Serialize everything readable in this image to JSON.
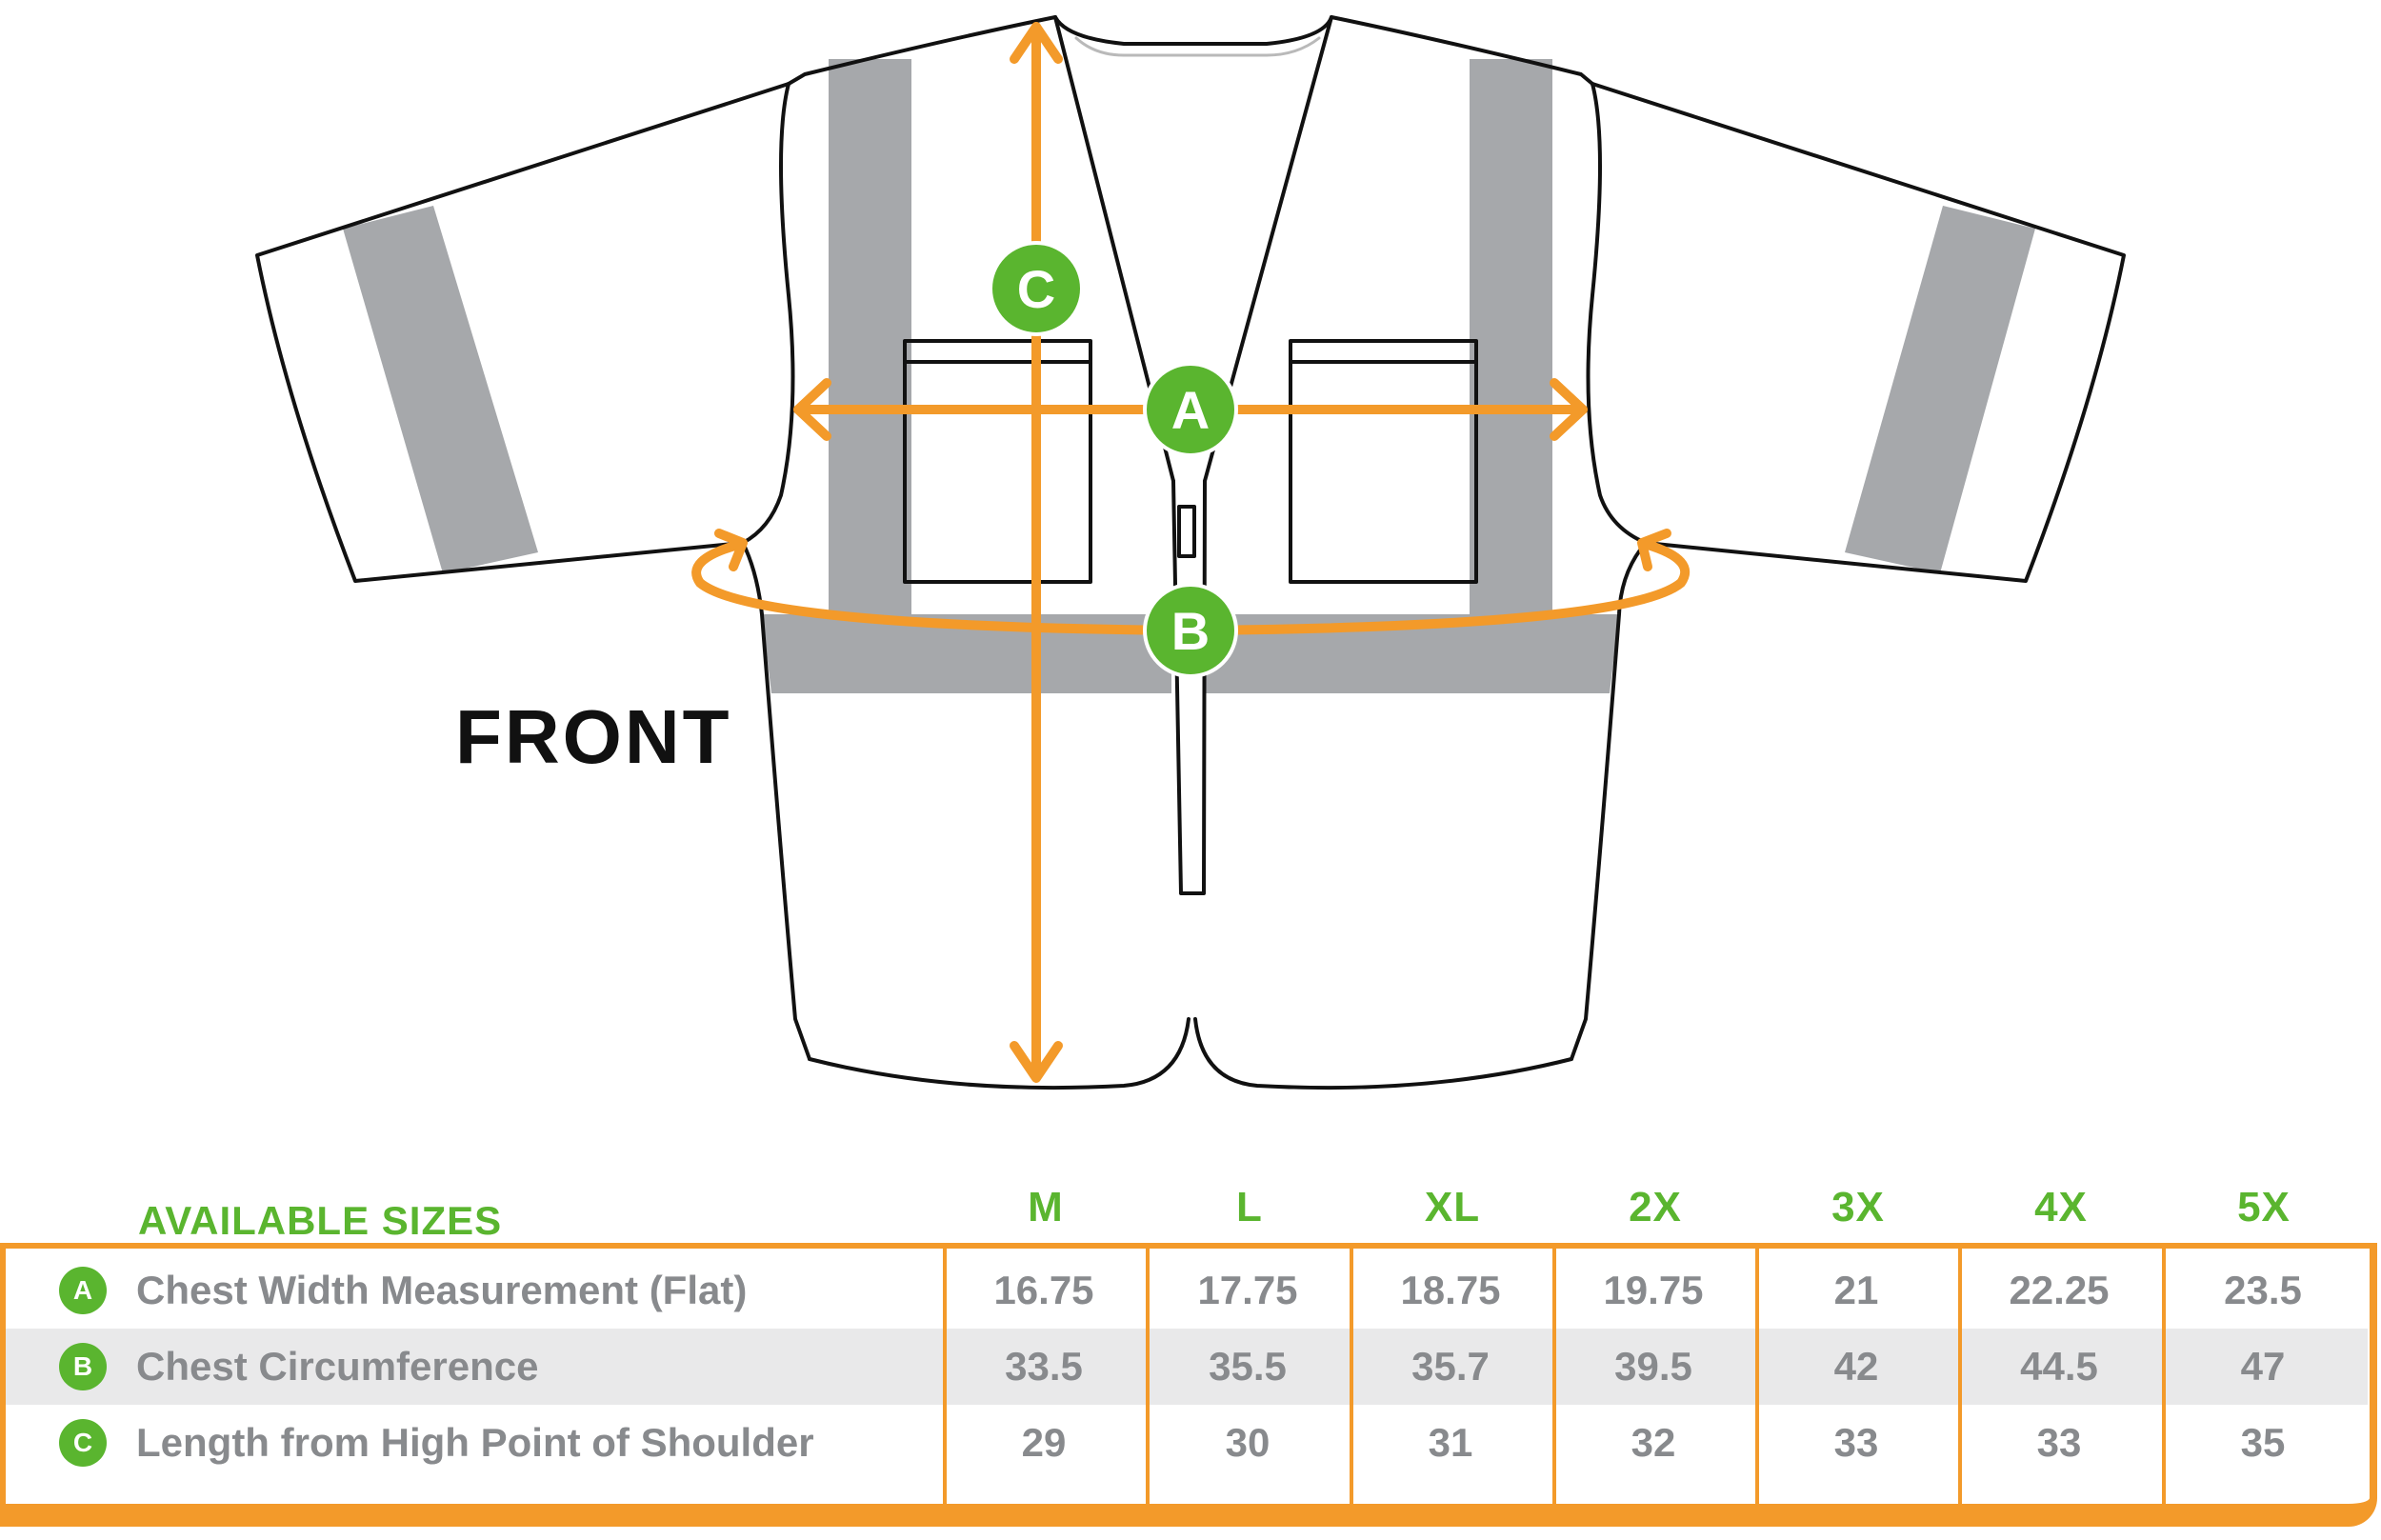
{
  "diagram": {
    "view_label": "FRONT",
    "callouts": [
      {
        "letter": "A"
      },
      {
        "letter": "B"
      },
      {
        "letter": "C"
      }
    ],
    "colors": {
      "measure_arrow": "#f39a2a",
      "callout_badge": "#5ab52f",
      "reflective_stripe": "#a6a8ab",
      "outline": "#111111"
    }
  },
  "size_table": {
    "header": "AVAILABLE SIZES",
    "sizes": [
      "M",
      "L",
      "XL",
      "2X",
      "3X",
      "4X",
      "5X"
    ],
    "rows": [
      {
        "badge": "A",
        "label": "Chest Width Measurement (Flat)",
        "values": [
          "16.75",
          "17.75",
          "18.75",
          "19.75",
          "21",
          "22.25",
          "23.5"
        ]
      },
      {
        "badge": "B",
        "label": "Chest Circumference",
        "values": [
          "33.5",
          "35.5",
          "35.7",
          "39.5",
          "42",
          "44.5",
          "47"
        ]
      },
      {
        "badge": "C",
        "label": "Length from High Point of Shoulder",
        "values": [
          "29",
          "30",
          "31",
          "32",
          "33",
          "33",
          "35"
        ]
      }
    ],
    "colors": {
      "header_text": "#5ab52f",
      "border": "#f39a2a",
      "body_text": "#888a8d",
      "alt_row": "#e9e9ea"
    }
  }
}
